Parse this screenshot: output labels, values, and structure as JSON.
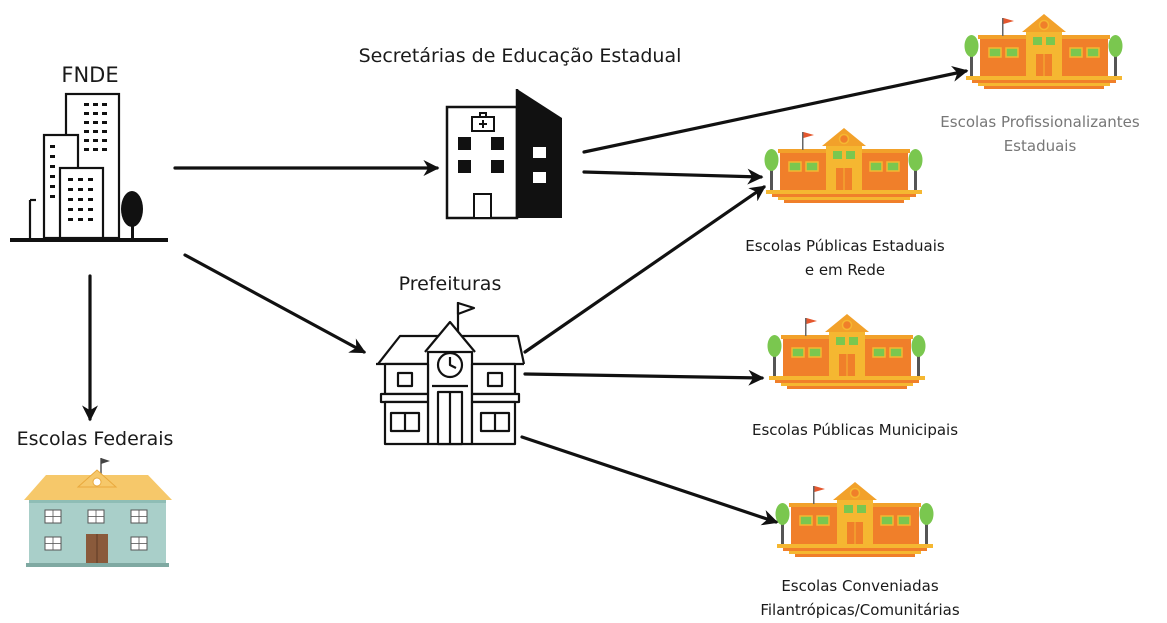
{
  "nodes": {
    "fnde": {
      "label": "FNDE"
    },
    "secretarias": {
      "label": "Secretárias de Educação Estadual"
    },
    "prefeituras": {
      "label": "Prefeituras"
    },
    "escolas_federais": {
      "label": "Escolas Federais"
    },
    "profissionalizantes": {
      "line1": "Escolas Profissionalizantes",
      "line2": "Estaduais"
    },
    "publicas_estaduais": {
      "line1": "Escolas Públicas Estaduais",
      "line2": "e em Rede"
    },
    "publicas_municipais": {
      "label": "Escolas Públicas Municipais"
    },
    "conveniadas": {
      "line1": "Escolas Conveniadas",
      "line2": "Filantrópicas/Comunitárias"
    }
  },
  "edges": [
    {
      "from": "fnde",
      "to": "secretarias"
    },
    {
      "from": "fnde",
      "to": "prefeituras"
    },
    {
      "from": "fnde",
      "to": "escolas_federais"
    },
    {
      "from": "secretarias",
      "to": "profissionalizantes"
    },
    {
      "from": "secretarias",
      "to": "publicas_estaduais"
    },
    {
      "from": "prefeituras",
      "to": "publicas_estaduais"
    },
    {
      "from": "prefeituras",
      "to": "publicas_municipais"
    },
    {
      "from": "prefeituras",
      "to": "conveniadas"
    }
  ],
  "colors": {
    "line": "#111111",
    "school_orange": "#f07f2a",
    "school_yellow": "#f5b731",
    "school_roof": "#f2a12a",
    "tree_green": "#7ac74f",
    "federal_wall": "#a9cfc9",
    "federal_roof": "#f6c86a"
  }
}
